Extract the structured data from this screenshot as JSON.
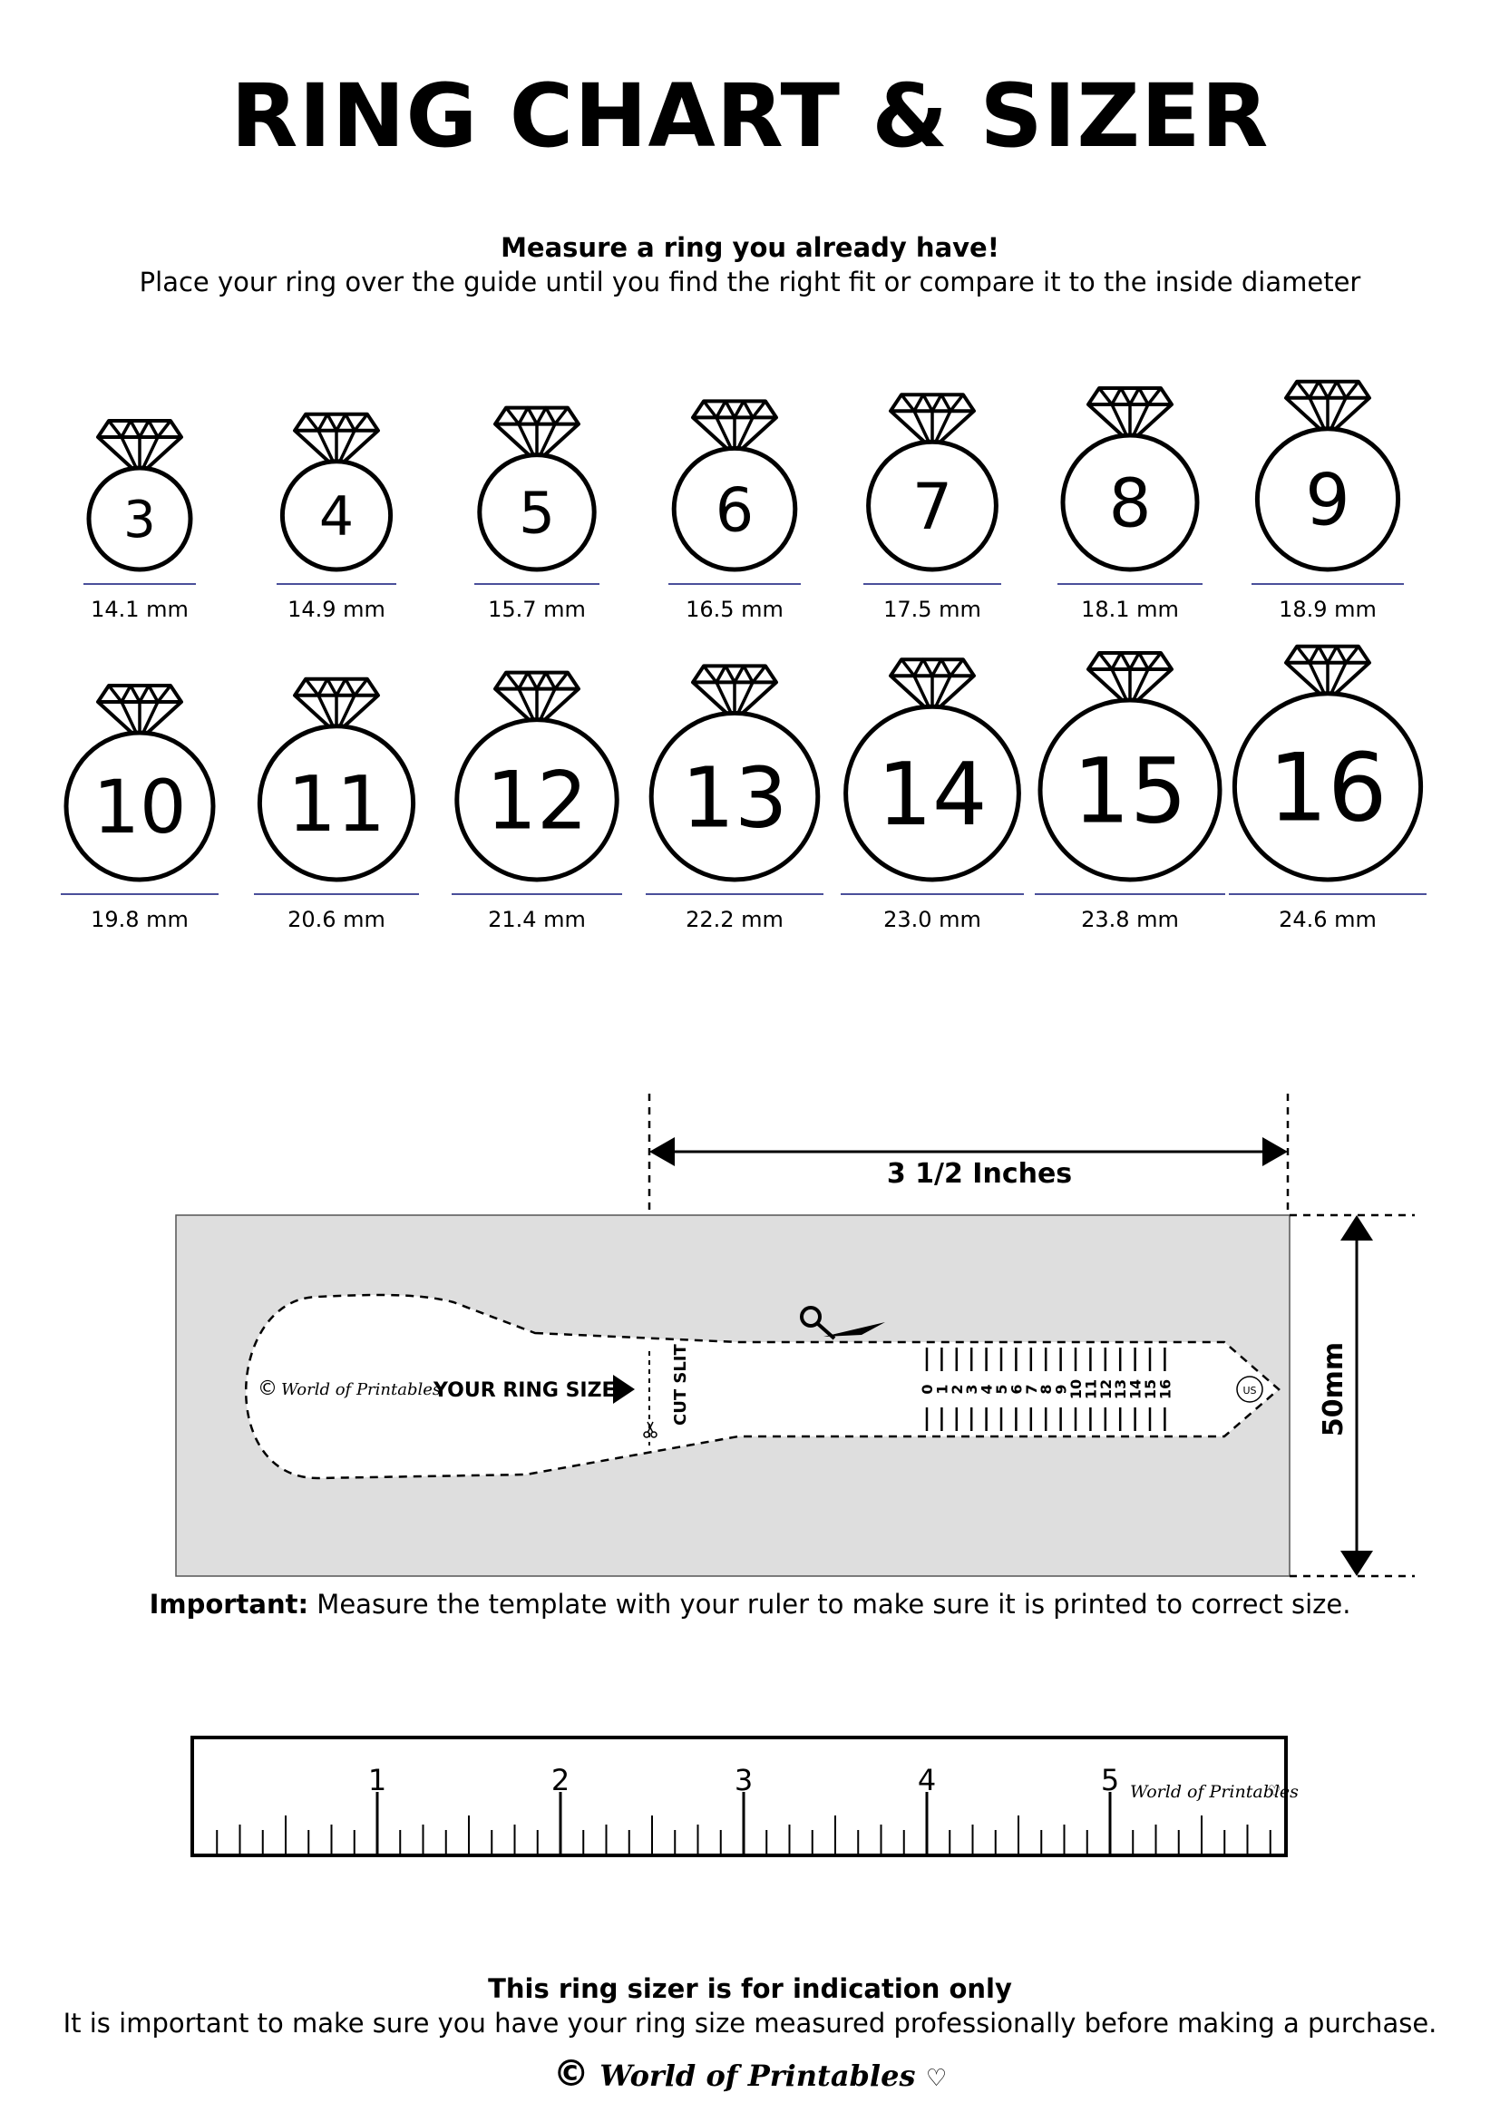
{
  "title": "RING CHART & SIZER",
  "intro": {
    "heading": "Measure a ring you already have!",
    "text": "Place your ring over the guide until you find the right fit or compare it to the inside diameter"
  },
  "rings": [
    {
      "size": "3",
      "mm": "14.1 mm"
    },
    {
      "size": "4",
      "mm": "14.9 mm"
    },
    {
      "size": "5",
      "mm": "15.7 mm"
    },
    {
      "size": "6",
      "mm": "16.5 mm"
    },
    {
      "size": "7",
      "mm": "17.5 mm"
    },
    {
      "size": "8",
      "mm": "18.1 mm"
    },
    {
      "size": "9",
      "mm": "18.9 mm"
    },
    {
      "size": "10",
      "mm": "19.8 mm"
    },
    {
      "size": "11",
      "mm": "20.6 mm"
    },
    {
      "size": "12",
      "mm": "21.4 mm"
    },
    {
      "size": "13",
      "mm": "22.2 mm"
    },
    {
      "size": "14",
      "mm": "23.0 mm"
    },
    {
      "size": "15",
      "mm": "23.8 mm"
    },
    {
      "size": "16",
      "mm": "24.6 mm"
    }
  ],
  "sizer": {
    "width_label": "3 1/2 Inches",
    "height_label": "50mm",
    "brand": "World of Printables",
    "your_ring_size": "YOUR RING SIZE",
    "cut_slit": "CUT SLIT",
    "scale_numbers": [
      "0",
      "1",
      "2",
      "3",
      "4",
      "5",
      "6",
      "7",
      "8",
      "9",
      "10",
      "11",
      "12",
      "13",
      "14",
      "15",
      "16"
    ],
    "unit_badge": "US"
  },
  "important": {
    "label": "Important:",
    "text": " Measure the template with your ruler to make sure it is printed to correct size."
  },
  "ruler": {
    "numbers": [
      "1",
      "2",
      "3",
      "4",
      "5"
    ],
    "brand": "World of Printables"
  },
  "footer": {
    "heading": "This ring sizer is for indication only",
    "text": "It is important to make sure you have your ring size measured professionally before making a purchase.",
    "copyright_symbol": "©",
    "brand": "World of Printables"
  },
  "colors": {
    "sizer_bg": "#dedede",
    "underline": "#4a4f9a",
    "ink": "#000000"
  }
}
